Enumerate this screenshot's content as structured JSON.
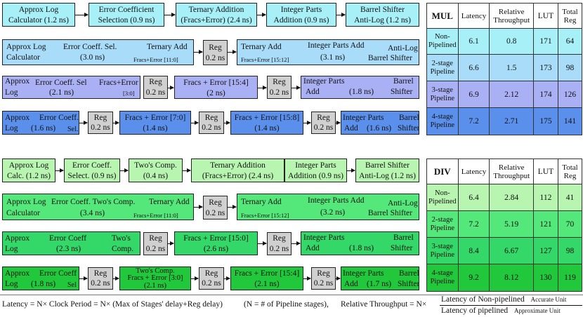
{
  "colors": {
    "mul_row1": "#a8f0f8",
    "mul_row2": "#a8dcf8",
    "mul_row3": "#aab0f4",
    "mul_row4": "#5a90ec",
    "div_row1": "#b8f5b0",
    "div_row2": "#54e87a",
    "div_row3": "#34d868",
    "div_row4": "#22c83c",
    "reg": "#d0d0d0"
  },
  "mul": {
    "row1": {
      "b1": "Approx Log",
      "b1b": "Calculator  (1.2 ns)",
      "b2": "Error Coefficient",
      "b2b": "Selection  (0.9 ns)",
      "b3": "Ternary Addition",
      "b3b": "(Fracs+Error)  (2.4 ns)",
      "b4": "Integer Parts",
      "b4b": "Addition  (0.9 ns)",
      "b5": "Barrel Shifter",
      "b5b": "Anti-Log  (1.2 ns)"
    },
    "row2": {
      "a1": "Approx Log",
      "a2": "Calculator",
      "a3": "Error Coeff. Sel.",
      "a4": "(3.0 ns)",
      "a5": "Ternary Add",
      "a6": "Fracs+Error [11:0]",
      "reg1": "Reg",
      "reg2": "0.2 ns",
      "b1": "Ternary Add",
      "b2": "Fracs+Error [15:12]",
      "b3": "Integer Parts Add",
      "b4": "(3.1 ns)",
      "b5": "Anti-Log",
      "b6": "Barrel Shifter"
    },
    "row3": {
      "a1": "Approx",
      "a2": "Log",
      "a3": "Error Coeff. Sel",
      "a4": "(2.1 ns)",
      "a5": "Fracs+Error",
      "a6": "[3:0]",
      "r1a": "Reg",
      "r1b": "0.2 ns",
      "b1": "Fracs + Error [15:4]",
      "b2": "(2 ns)",
      "r2a": "Reg",
      "r2b": "0.2 ns",
      "c1": "Integer Parts",
      "c2": "Add",
      "c3": "(1.8 ns)",
      "c4": "Barrel",
      "c5": "Shifter"
    },
    "row4": {
      "a1": "Approx",
      "a2": "Log",
      "a3": "Error Coeff.",
      "a4": "(1.6 ns)",
      "a5": "Sel.",
      "r1a": "Reg",
      "r1b": "0.2 ns",
      "b1": "Fracs + Error [7:0]",
      "b2": "(1.4 ns)",
      "r2a": "Reg",
      "r2b": "0.2 ns",
      "c1": "Fracs + Error [15:8]",
      "c2": "(1.4 ns)",
      "r3a": "Reg",
      "r3b": "0.2 ns",
      "d1": "Integer Parts",
      "d2": "Add",
      "d3": "(1.6 ns)",
      "d4": "Barrel",
      "d5": "Shifter"
    }
  },
  "div": {
    "row1": {
      "b1": "Approx Log",
      "b1b": "Calc.  (1.2 ns)",
      "b2": "Error Coeff.",
      "b2b": "Select.  (0.9 ns)",
      "b3": "Two's Comp.",
      "b3b": "(0.4 ns)",
      "b4": "Ternary Addition",
      "b4b": "(Fracs+Error)  (2.4 ns)",
      "b5": "Integer Parts",
      "b5b": "Addition  (0.9 ns)",
      "b6": "Barrel Shifter",
      "b6b": "Anti-Log  (1.2 ns)"
    },
    "row2": {
      "a1": "Approx Log",
      "a2": "Calculator",
      "a3": "Error Coeff.  Two's Comp.",
      "a4": "(3.4 ns)",
      "a5": "Ternary Add",
      "a6": "Fracs+Error [11:0]",
      "reg1": "Reg",
      "reg2": "0.2 ns",
      "b1": "Ternary Add",
      "b2": "Fracs+Error [15:12]",
      "b3": "Integer Parts Add",
      "b4": "(3.2 ns)",
      "b5": "Anti-Log",
      "b6": "Barrel Shifter"
    },
    "row3": {
      "a1": "Approx",
      "a2": "Log",
      "a3": "Error Coeff",
      "a4": "(2.3 ns)",
      "a5": "Two's",
      "a6": "Comp.",
      "r1a": "Reg",
      "r1b": "0.2 ns",
      "b1": "Fracs + Error [15:0]",
      "b2": "(2.6 ns)",
      "r2a": "Reg",
      "r2b": "0.2 ns",
      "c1": "Integer Parts",
      "c2": "Add",
      "c3": "(1.8 ns)",
      "c4": "Barrel",
      "c5": "Shifter"
    },
    "row4": {
      "a1": "Approx",
      "a2": "Log",
      "a3": "Error Coeff",
      "a4": "(1.8 ns)",
      "a5": "Sel",
      "r1a": "Reg",
      "r1b": "0.2 ns",
      "b1": "Two's Comp.",
      "b2": "Fracs + Error [3:0]",
      "b3": "(2.1 ns)",
      "r2a": "Reg",
      "r2b": "0.2 ns",
      "c1": "Fracs + Error [15:4]",
      "c2": "(2.1 ns)",
      "r3a": "Reg",
      "r3b": "0.2 ns",
      "d1": "Integer Parts",
      "d2": "Add",
      "d3": "(1.7 ns)",
      "d4": "Barrel",
      "d5": "Shifter"
    }
  },
  "mul_table": {
    "title": "MUL",
    "h1": "Latency",
    "h2a": "Relative",
    "h2b": "Throughput",
    "h3": "LUT",
    "h4a": "Total",
    "h4b": "Reg",
    "rows": [
      {
        "l1": "Non-",
        "l2": "Pipelined",
        "lat": "6.1",
        "thr": "0.8",
        "lut": "171",
        "reg": "64"
      },
      {
        "l1": "2-stage",
        "l2": "Pipeline",
        "lat": "6.6",
        "thr": "1.5",
        "lut": "173",
        "reg": "98"
      },
      {
        "l1": "3-stage",
        "l2": "Pipeline",
        "lat": "6.9",
        "thr": "2.12",
        "lut": "174",
        "reg": "126"
      },
      {
        "l1": "4-stage",
        "l2": "Pipeline",
        "lat": "7.2",
        "thr": "2.71",
        "lut": "175",
        "reg": "141"
      }
    ]
  },
  "div_table": {
    "title": "DIV",
    "h1": "Latency",
    "h2a": "Relative",
    "h2b": "Throughput",
    "h3": "LUT",
    "h4a": "Total",
    "h4b": "Reg",
    "rows": [
      {
        "l1": "Non-",
        "l2": "Pipelined",
        "lat": "6.4",
        "thr": "2.84",
        "lut": "112",
        "reg": "41"
      },
      {
        "l1": "2-stage",
        "l2": "Pipeline",
        "lat": "7.2",
        "thr": "5.19",
        "lut": "121",
        "reg": "70"
      },
      {
        "l1": "3-stage",
        "l2": "Pipeline",
        "lat": "8.4",
        "thr": "6.67",
        "lut": "127",
        "reg": "98"
      },
      {
        "l1": "4-stage",
        "l2": "Pipeline",
        "lat": "9.2",
        "thr": "8.12",
        "lut": "130",
        "reg": "119"
      }
    ]
  },
  "footer": {
    "latency": "Latency = N× Clock Period = N× (Max of Stages' delay+Reg delay)",
    "n_def": "(N = # of Pipeline stages),",
    "thr": "Relative Throughput = N×",
    "num": "Latency of  Non-pipelined",
    "num_unit": "Accurate Unit",
    "den": "Latency of  pipelined",
    "den_unit": "Approximate Unit"
  }
}
